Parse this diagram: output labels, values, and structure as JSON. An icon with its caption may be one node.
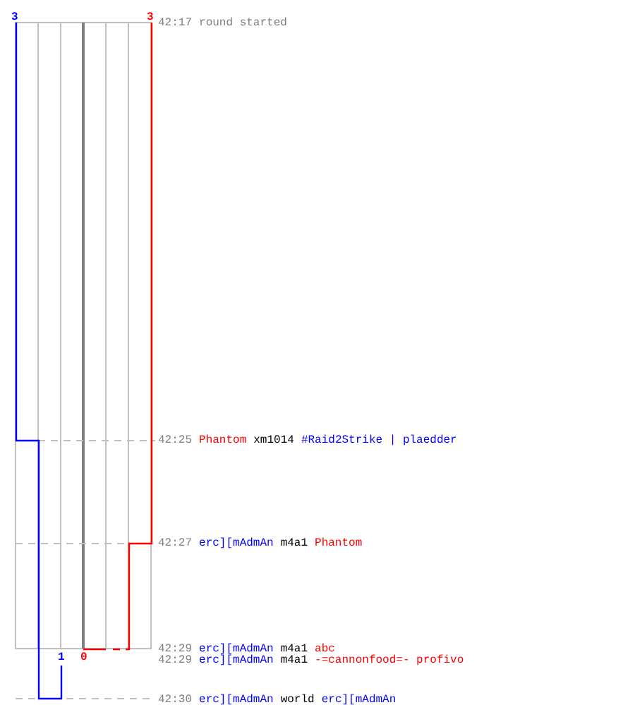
{
  "diagram": {
    "labels": [
      "3",
      "3",
      "42:17",
      "round started",
      "42:25",
      "Phantom",
      "xm1014",
      "#Raid2Strike | plaedder",
      "42:27",
      "erc][mAdmAn",
      "m4a1",
      "Phantom",
      "1",
      "0",
      "42:29",
      "erc][mAdmAn",
      "m4a1",
      "abc",
      "42:29",
      "erc][mAdmAn",
      "m4a1",
      "-=cannonfood=- profivo",
      "42:30",
      "erc][mAdmAn",
      "world",
      "erc][mAdmAn"
    ]
  }
}
